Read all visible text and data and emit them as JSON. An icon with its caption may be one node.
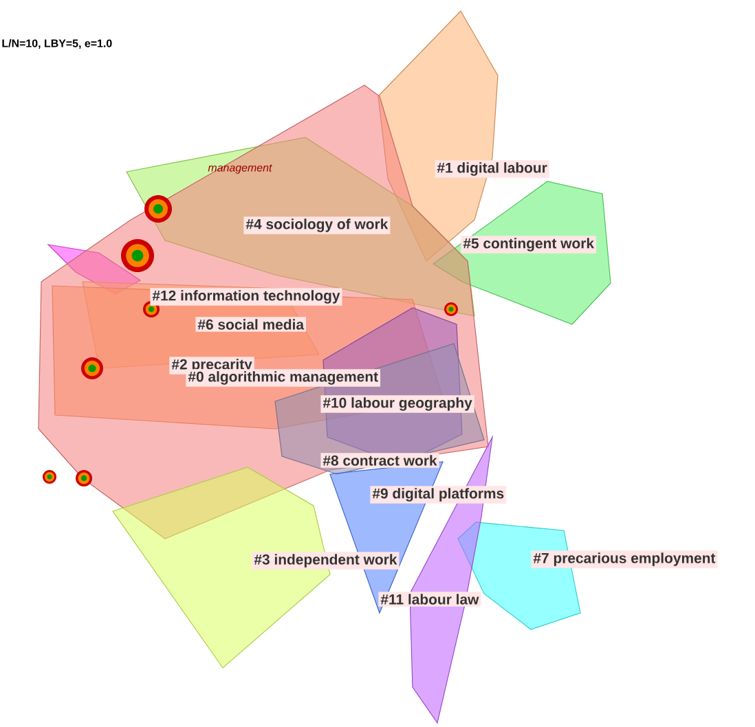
{
  "diagram": {
    "nodes": [
      {
        "text": [
          "#1 digital labour"
        ]
      },
      {
        "text": [
          "#4 sociology of work"
        ]
      },
      {
        "text": [
          "#5 contingent work"
        ]
      },
      {
        "text": [
          "#12 information technology"
        ]
      },
      {
        "text": [
          "#6 social media"
        ]
      },
      {
        "text": [
          "#2 precarity"
        ]
      },
      {
        "text": [
          "#0 algorithmic management"
        ]
      },
      {
        "text": [
          "#10 labour geography"
        ]
      },
      {
        "text": [
          "#8 contract work"
        ]
      },
      {
        "text": [
          "#9 digital platforms"
        ]
      },
      {
        "text": [
          "#3 independent work"
        ]
      },
      {
        "text": [
          "#7 precarious employment"
        ]
      },
      {
        "text": [
          "#11 labour law"
        ]
      }
    ],
    "labels": [
      "L/N=10, LBY=5, e=1.0",
      "management"
    ]
  }
}
